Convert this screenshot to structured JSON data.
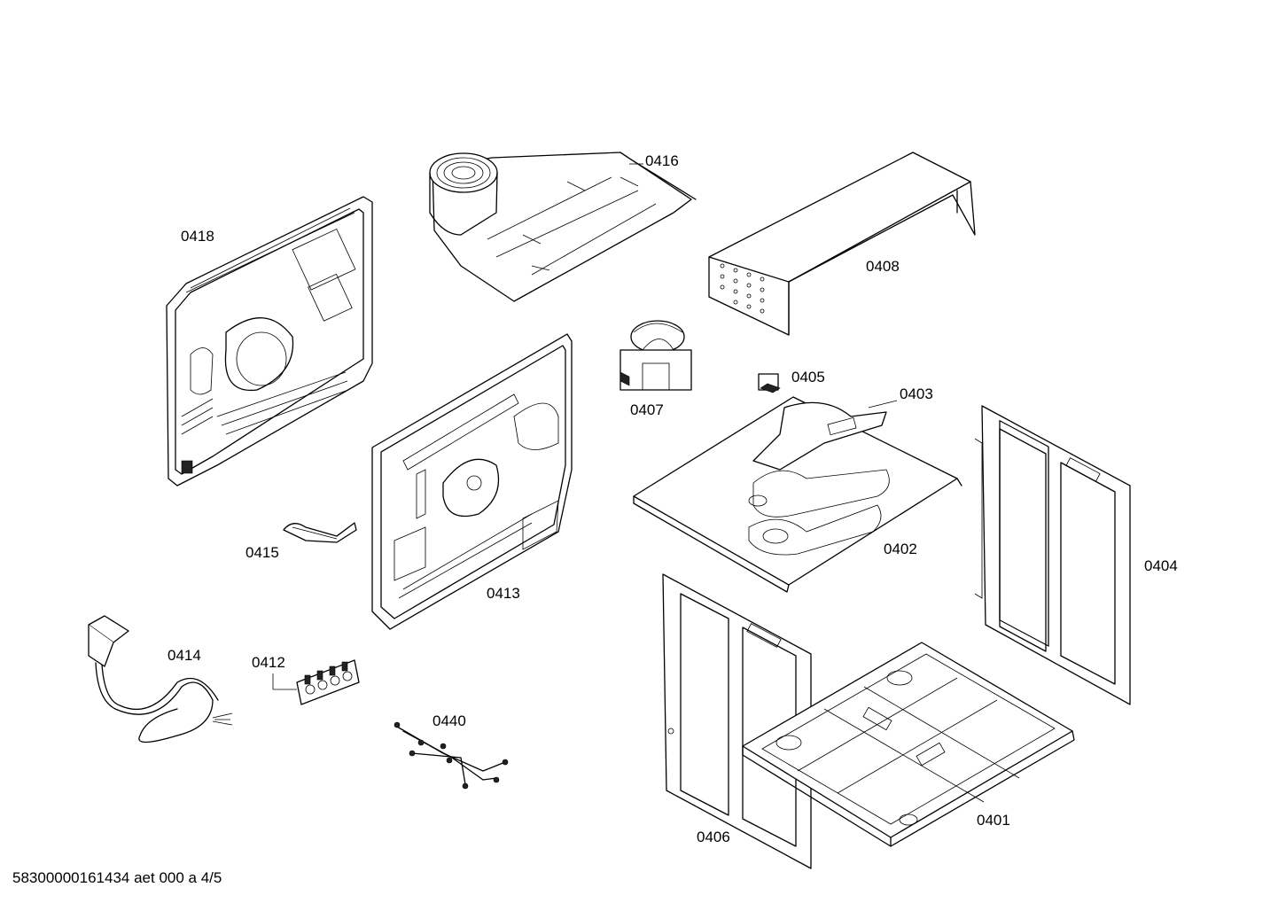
{
  "diagram": {
    "footer_code": "58300000161434 aet 000 a 4/5",
    "parts": {
      "p0416": "0416",
      "p0418": "0418",
      "p0408": "0408",
      "p0407": "0407",
      "p0405": "0405",
      "p0403": "0403",
      "p0402": "0402",
      "p0404": "0404",
      "p0415": "0415",
      "p0413": "0413",
      "p0414": "0414",
      "p0412": "0412",
      "p0440": "0440",
      "p0406": "0406",
      "p0401": "0401"
    }
  }
}
